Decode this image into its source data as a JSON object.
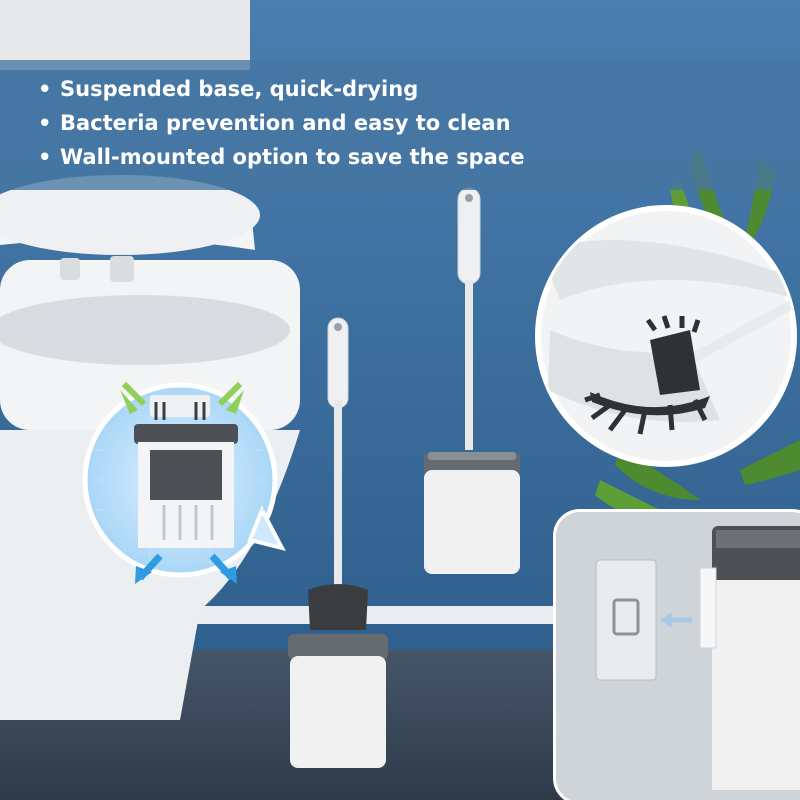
{
  "features": [
    "Suspended base, quick-drying",
    "Bacteria prevention and easy to clean",
    "Wall-mounted option to save the space"
  ],
  "bullet": "•",
  "colors": {
    "wall": "#3f6f9c",
    "banner": "#4676a2",
    "floor": "#3b4a5a",
    "product_white": "#f1f1f1",
    "product_gray": "#666b70",
    "bristles": "#3a3d40",
    "arrow_green": "#8fd05a",
    "arrow_blue": "#2f9be0"
  }
}
